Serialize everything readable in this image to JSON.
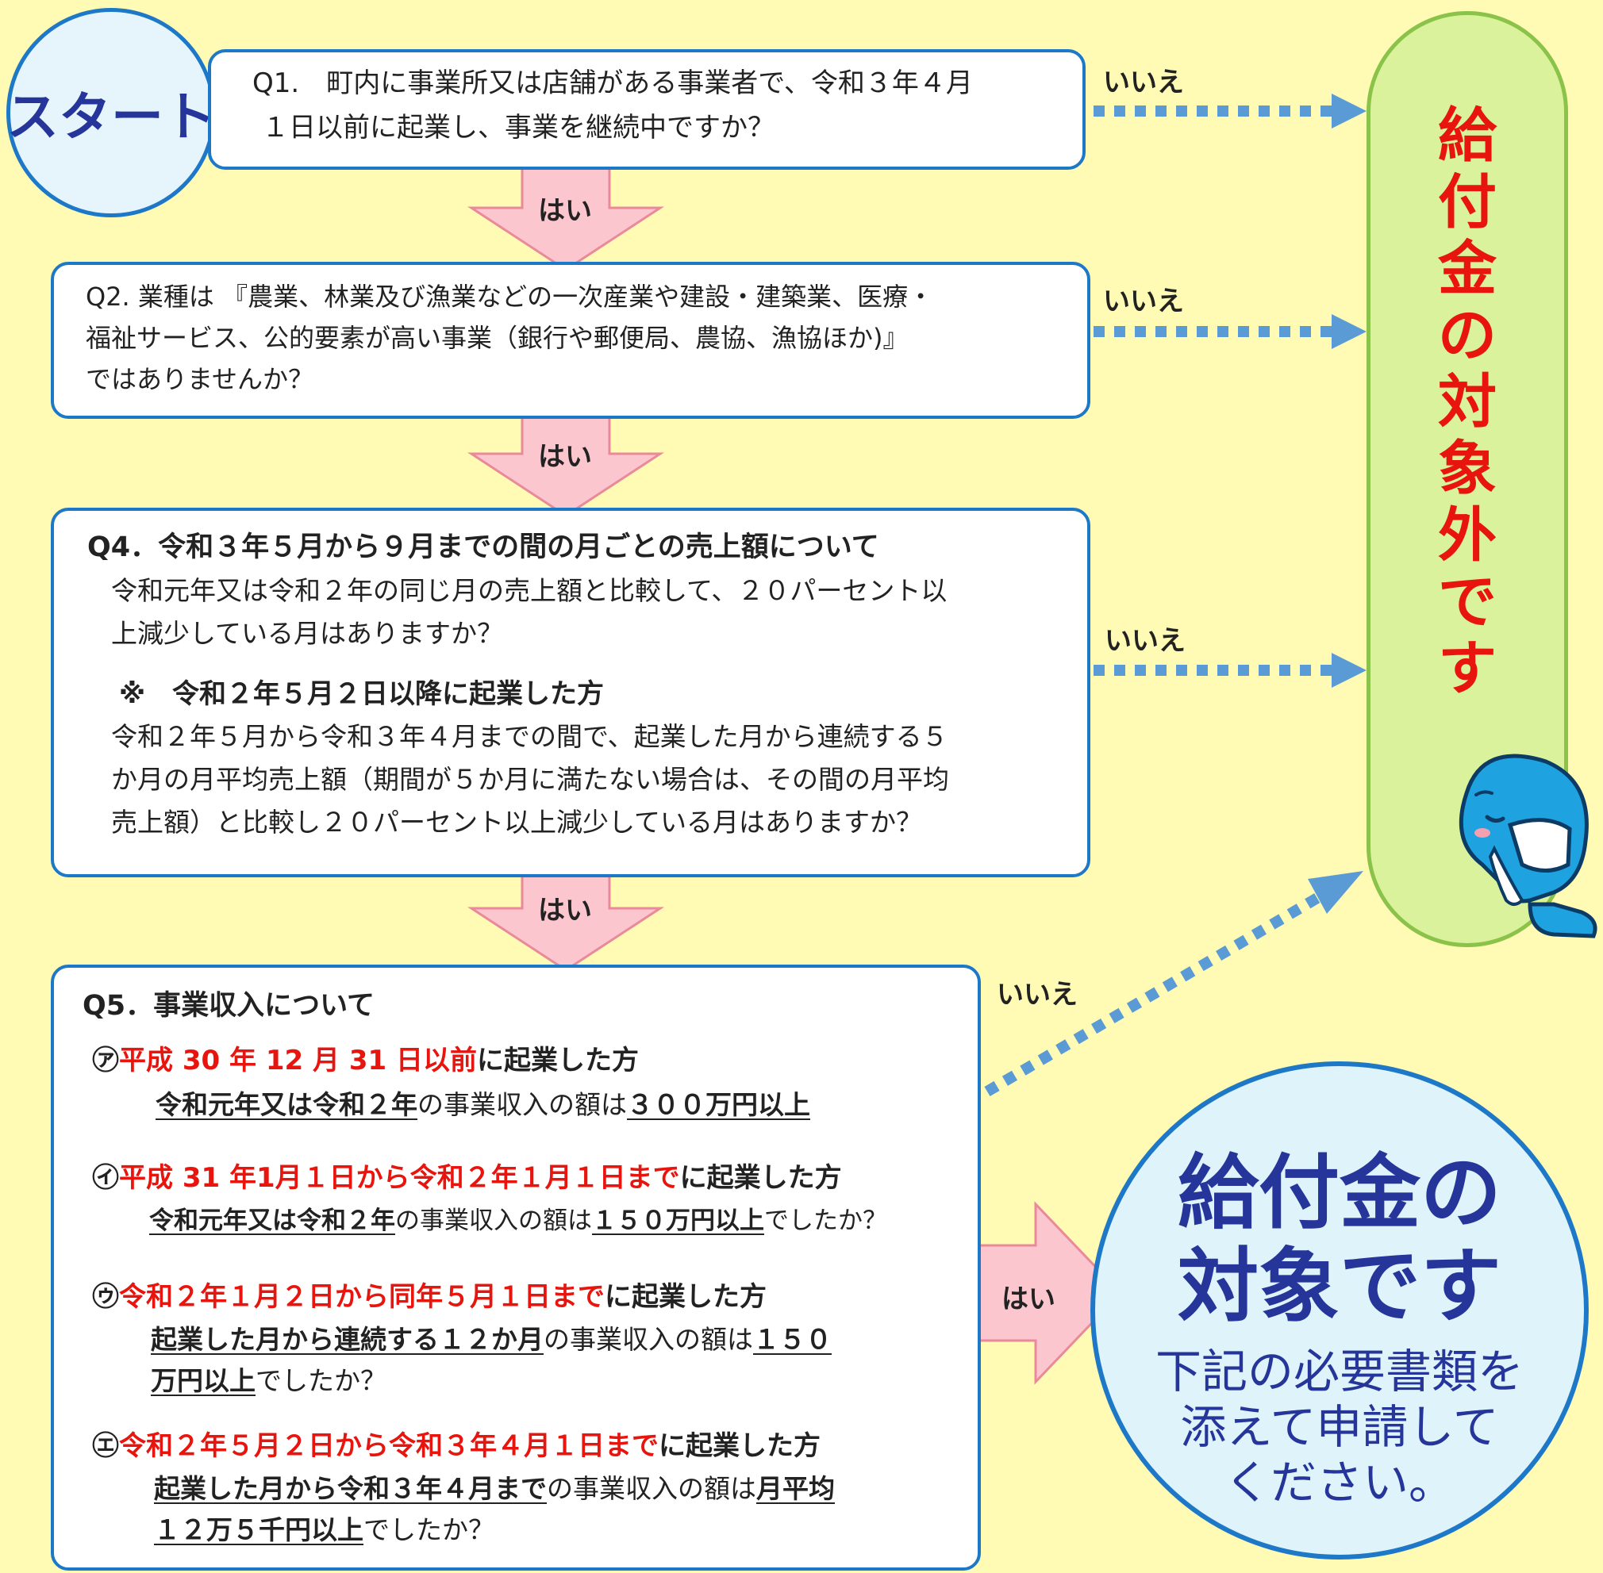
{
  "start": {
    "label": "スタート"
  },
  "q1": {
    "line1": "Q1.　町内に事業所又は店舗がある事業者で、令和３年４月",
    "line2": "１日以前に起業し、事業を継続中ですか？"
  },
  "q2": {
    "line1": "Q2. 業種は 『農業、林業及び漁業などの一次産業や建設・建築業、医療・",
    "line2": "福祉サービス、公的要素が高い事業（銀行や郵便局、農協、漁協ほか)』",
    "line3": "ではありませんか？"
  },
  "q4": {
    "heading": "Q4．令和３年５月から９月までの間の月ごとの売上額について",
    "line1": "令和元年又は令和２年の同じ月の売上額と比較して、２０パーセント以",
    "line2": "上減少している月はありますか？",
    "note": "※　令和２年５月２日以降に起業した方",
    "line3": "令和２年５月から令和３年４月までの間で、起業した月から連続する５",
    "line4": "か月の月平均売上額（期間が５か月に満たない場合は、その間の月平均",
    "line5": "売上額）と比較し２０パーセント以上減少している月はありますか？"
  },
  "q5": {
    "heading": "Q5．事業収入について",
    "a": {
      "mark": "㋐",
      "period": "平成 30 年 12 月 31 日以前",
      "suffix": "に起業した方",
      "d1": "令和元年又は令和２年",
      "d2": "の事業収入の額は",
      "d3": "３００万円以上"
    },
    "b": {
      "mark": "㋑",
      "period": "平成 31 年1月１日から令和２年１月１日まで",
      "suffix": "に起業した方",
      "d1": "令和元年又は令和２年",
      "d2": "の事業収入の額は",
      "d3": "１５０万円以上",
      "d4": "でしたか？"
    },
    "c": {
      "mark": "㋒",
      "period": "令和２年１月２日から同年５月１日まで",
      "suffix": "に起業した方",
      "d1": "起業した月から連続する１２か月",
      "d2": "の事業収入の額は",
      "d3": "１５０",
      "d4": "万円以上",
      "d5": "でしたか？"
    },
    "d": {
      "mark": "㋓",
      "period": "令和２年５月２日から令和３年４月１日まで",
      "suffix": "に起業した方",
      "d1": "起業した月から令和３年４月まで",
      "d2": "の事業収入の額は",
      "d3": "月平均",
      "d4": "１２万５千円以上",
      "d5": "でしたか？"
    }
  },
  "arrows": {
    "yes": "はい",
    "no": "いいえ"
  },
  "not_eligible": {
    "chars": [
      "給",
      "付",
      "金",
      "の",
      "対",
      "象",
      "外",
      "で",
      "す"
    ]
  },
  "eligible": {
    "title1": "給付金の",
    "title2": "対象です",
    "sub1": "下記の必要書類を",
    "sub2": "添えて申請して",
    "sub3": "ください。"
  },
  "colors": {
    "background": "#FFFBB5",
    "box_border": "#1E78C8",
    "arrow_pink": "#FCC6CF",
    "arrow_pink_border": "#E9899A",
    "dotted_blue": "#5B9BD5",
    "green_panel": "#D9F29B",
    "green_border": "#8BC34A",
    "red_text": "#E8150E",
    "navy_text": "#25359A",
    "eligible_circle": "#DFF3FB"
  }
}
